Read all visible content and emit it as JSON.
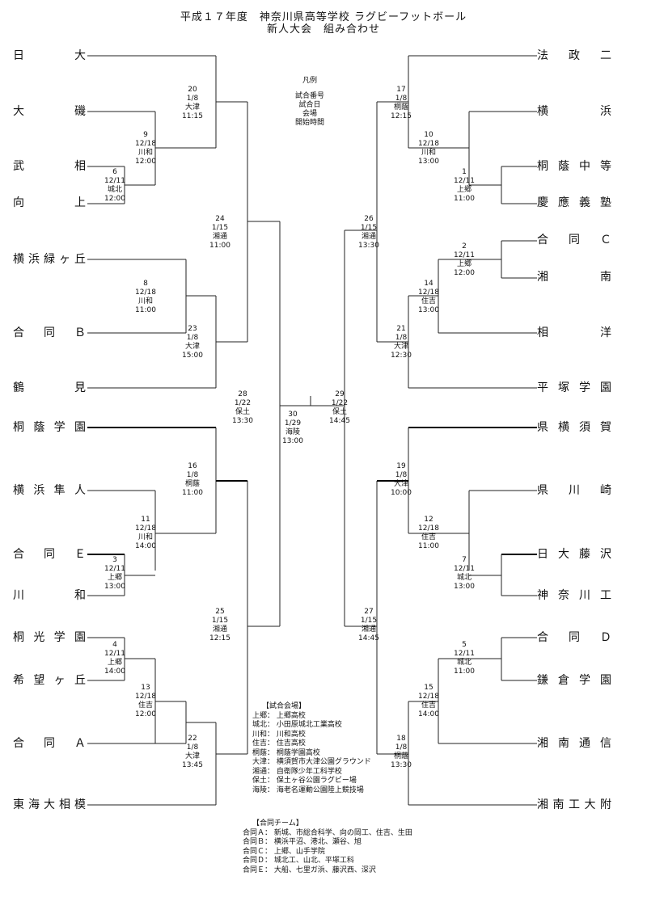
{
  "title": {
    "line1": "平成１７年度　神奈川県高等学校 ラグビーフットボール",
    "line2": "新人大会　組み合わせ"
  },
  "legend": {
    "heading": "凡例",
    "lines": [
      "試合番号",
      "試合日",
      "会場",
      "開始時間"
    ]
  },
  "teams_left": [
    "日大",
    "大磯",
    "武相",
    "向上",
    "横浜緑ヶ丘",
    "合同Ｂ",
    "鶴見",
    "桐蔭学園",
    "横浜隼人",
    "合同Ｅ",
    "川和",
    "桐光学園",
    "希望ヶ丘",
    "合同Ａ",
    "東海大相模"
  ],
  "teams_right": [
    "法政二",
    "横浜",
    "桐蔭中等",
    "慶應義塾",
    "合同Ｃ",
    "湘南",
    "相洋",
    "平塚学園",
    "県横須賀",
    "県川崎",
    "日大藤沢",
    "神奈川工",
    "合同Ｄ",
    "鎌倉学園",
    "湘南通信",
    "湘南工大附"
  ],
  "matches": {
    "m1": {
      "no": "1",
      "date": "12/11",
      "venue": "上郷",
      "time": "11:00"
    },
    "m2": {
      "no": "2",
      "date": "12/11",
      "venue": "上郷",
      "time": "12:00"
    },
    "m3": {
      "no": "3",
      "date": "12/11",
      "venue": "上郷",
      "time": "13:00"
    },
    "m4": {
      "no": "4",
      "date": "12/11",
      "venue": "上郷",
      "time": "14:00"
    },
    "m5": {
      "no": "5",
      "date": "12/11",
      "venue": "城北",
      "time": "11:00"
    },
    "m6": {
      "no": "6",
      "date": "12/11",
      "venue": "城北",
      "time": "12:00"
    },
    "m7": {
      "no": "7",
      "date": "12/11",
      "venue": "城北",
      "time": "13:00"
    },
    "m8": {
      "no": "8",
      "date": "12/18",
      "venue": "川和",
      "time": "11:00"
    },
    "m9": {
      "no": "9",
      "date": "12/18",
      "venue": "川和",
      "time": "12:00"
    },
    "m10": {
      "no": "10",
      "date": "12/18",
      "venue": "川和",
      "time": "13:00"
    },
    "m11": {
      "no": "11",
      "date": "12/18",
      "venue": "川和",
      "time": "14:00"
    },
    "m12": {
      "no": "12",
      "date": "12/18",
      "venue": "住吉",
      "time": "11:00"
    },
    "m13": {
      "no": "13",
      "date": "12/18",
      "venue": "住吉",
      "time": "12:00"
    },
    "m14": {
      "no": "14",
      "date": "12/18",
      "venue": "住吉",
      "time": "13:00"
    },
    "m15": {
      "no": "15",
      "date": "12/18",
      "venue": "住吉",
      "time": "14:00"
    },
    "m16": {
      "no": "16",
      "date": "1/8",
      "venue": "桐蔭",
      "time": "11:00"
    },
    "m17": {
      "no": "17",
      "date": "1/8",
      "venue": "桐蔭",
      "time": "12:15"
    },
    "m18": {
      "no": "18",
      "date": "1/8",
      "venue": "桐蔭",
      "time": "13:30"
    },
    "m19": {
      "no": "19",
      "date": "1/8",
      "venue": "大津",
      "time": "10:00"
    },
    "m20": {
      "no": "20",
      "date": "1/8",
      "venue": "大津",
      "time": "11:15"
    },
    "m21": {
      "no": "21",
      "date": "1/8",
      "venue": "大津",
      "time": "12:30"
    },
    "m22": {
      "no": "22",
      "date": "1/8",
      "venue": "大津",
      "time": "13:45"
    },
    "m23": {
      "no": "23",
      "date": "1/8",
      "venue": "大津",
      "time": "15:00"
    },
    "m24": {
      "no": "24",
      "date": "1/15",
      "venue": "湘通",
      "time": "11:00"
    },
    "m25": {
      "no": "25",
      "date": "1/15",
      "venue": "湘通",
      "time": "12:15"
    },
    "m26": {
      "no": "26",
      "date": "1/15",
      "venue": "湘通",
      "time": "13:30"
    },
    "m27": {
      "no": "27",
      "date": "1/15",
      "venue": "湘通",
      "time": "14:45"
    },
    "m28": {
      "no": "28",
      "date": "1/22",
      "venue": "保土",
      "time": "13:30"
    },
    "m29": {
      "no": "29",
      "date": "1/22",
      "venue": "保土",
      "time": "14:45"
    },
    "m30": {
      "no": "30",
      "date": "1/29",
      "venue": "海陵",
      "time": "13:00"
    }
  },
  "venues": {
    "heading": "【試合会場】",
    "lines": [
      "上郷： 上郷高校",
      "城北： 小田原城北工業高校",
      "川和： 川和高校",
      "住吉： 住吉高校",
      "桐蔭： 桐蔭学園高校",
      "大津： 横須賀市大津公園グラウンド",
      "湘通： 自衛隊少年工科学校",
      "保土： 保土ヶ谷公園ラグビー場",
      "海陵： 海老名運動公園陸上競技場"
    ]
  },
  "combined_teams": {
    "heading": "【合同チーム】",
    "lines": [
      "合同Ａ： 新城、市総合科学、向の岡工、住吉、生田",
      "合同Ｂ： 横浜平沼、港北、瀬谷、旭",
      "合同Ｃ： 上郷、山手学院",
      "合同Ｄ： 城北工、山北、平塚工科",
      "合同Ｅ： 大船、七里ガ浜、藤沢西、深沢"
    ]
  }
}
